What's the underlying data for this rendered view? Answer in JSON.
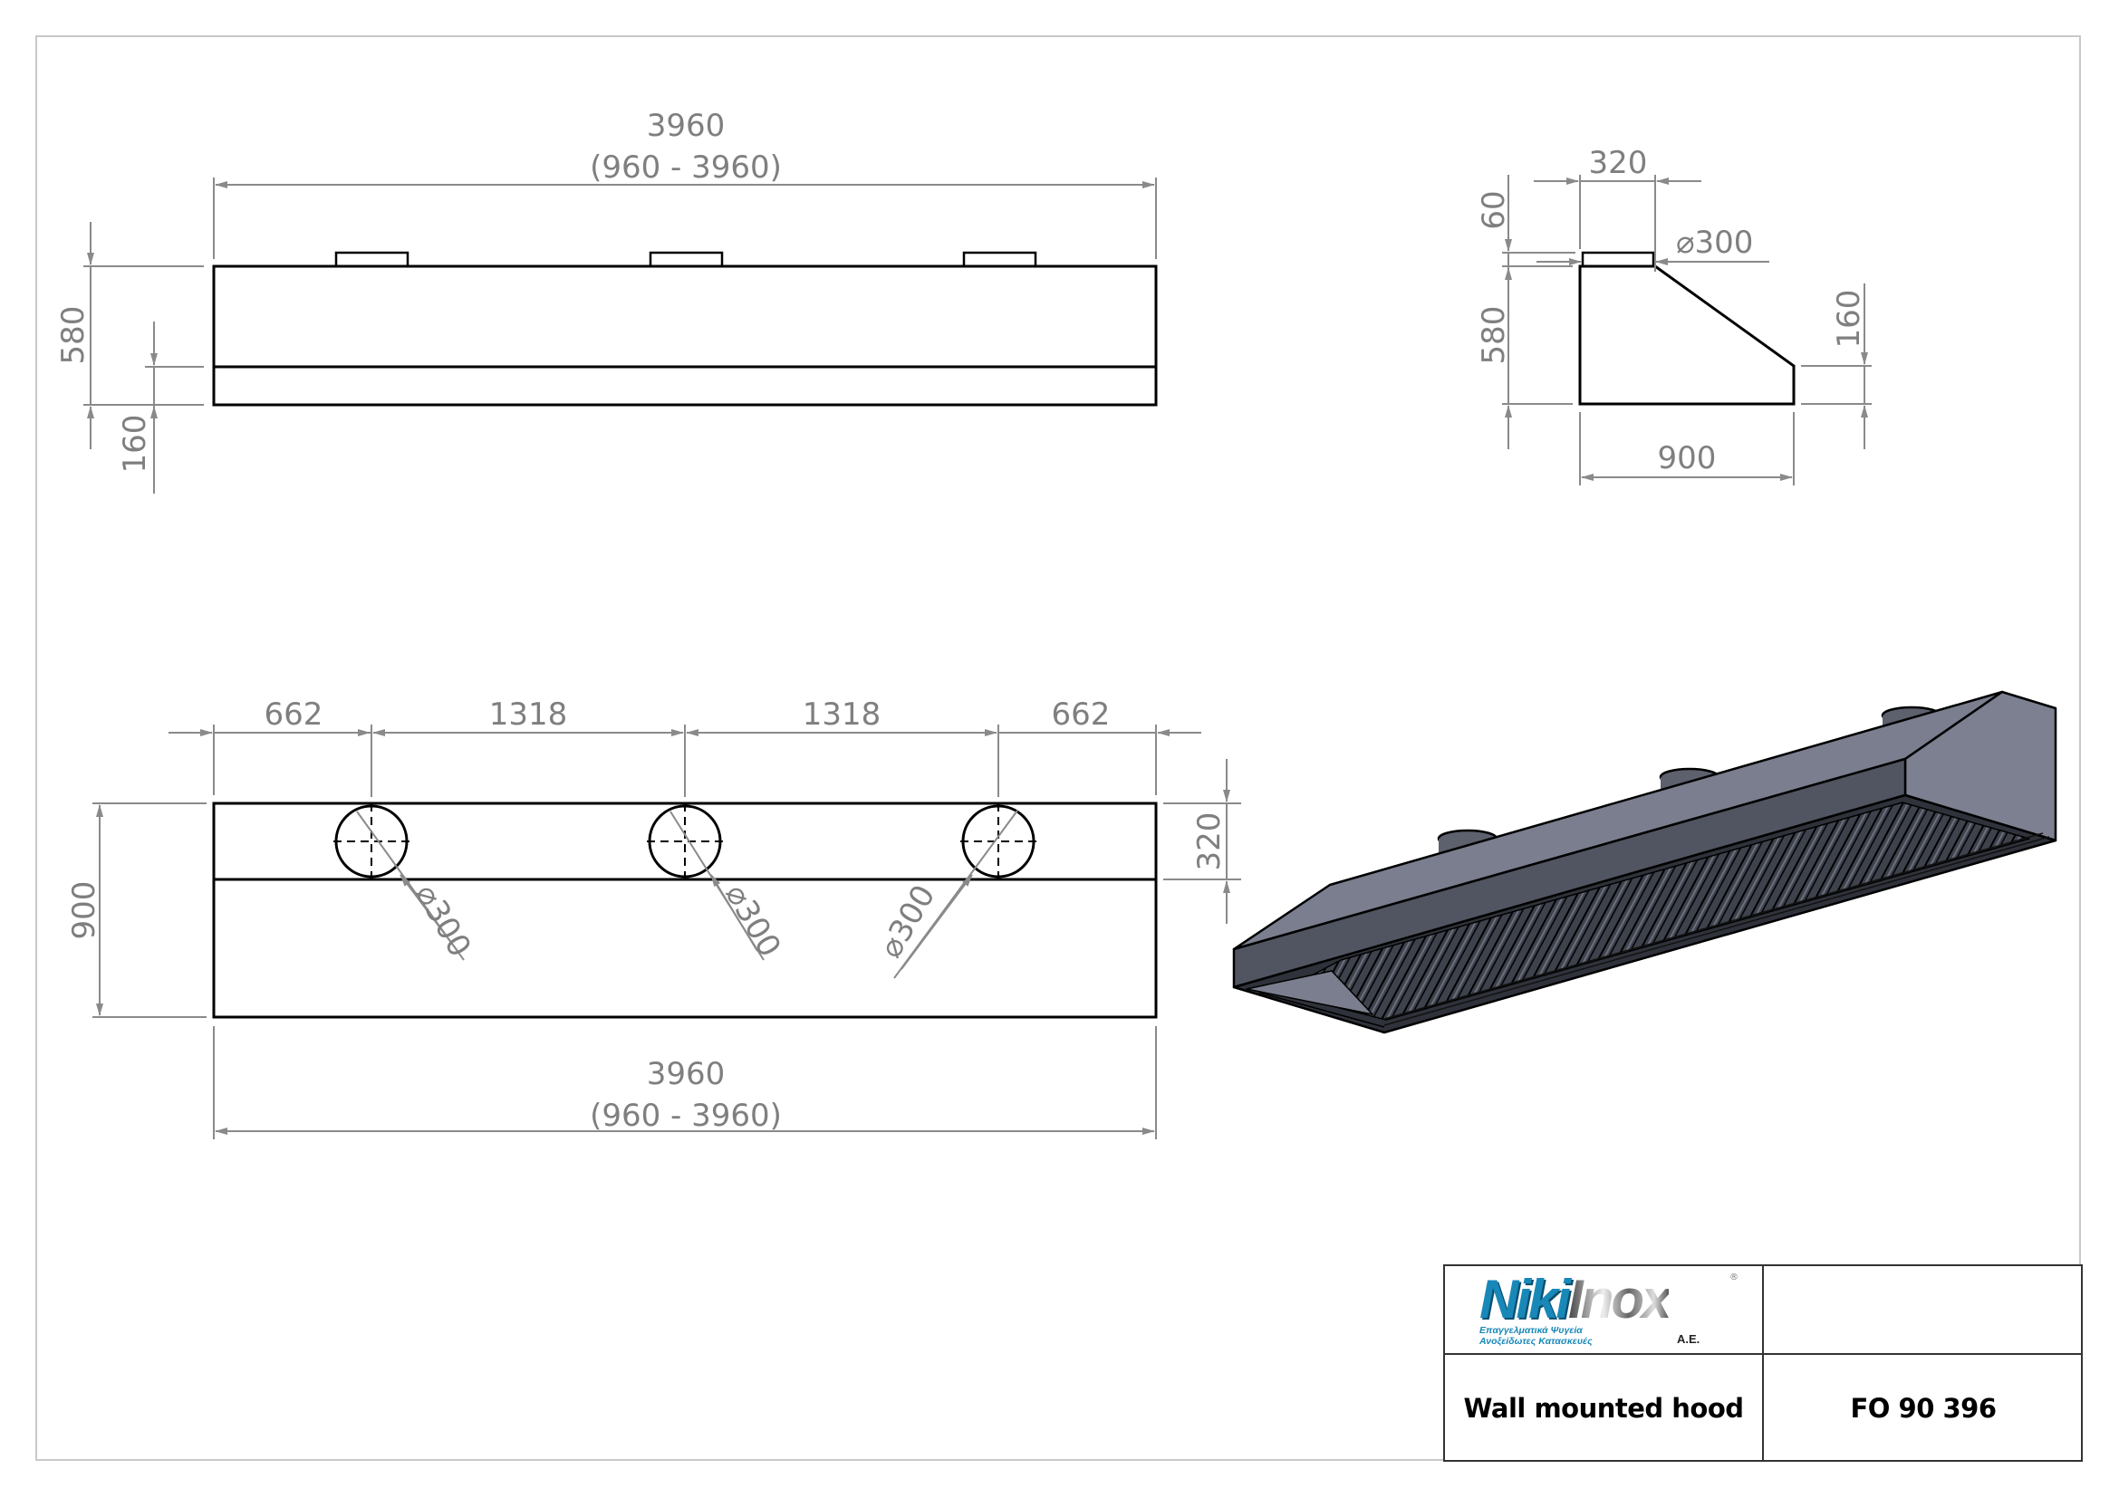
{
  "drawing": {
    "front_view": {
      "width_dim": "3960",
      "width_range": "(960 - 3960)",
      "height_dim": "580",
      "lower_band_dim": "160"
    },
    "side_view": {
      "duct_width_dim": "320",
      "duct_height_dim": "60",
      "duct_diameter_dim": "⌀300",
      "height_dim": "580",
      "front_height_dim": "160",
      "depth_dim": "900"
    },
    "top_view": {
      "spacing_dims": [
        "662",
        "1318",
        "1318",
        "662"
      ],
      "depth_dim": "900",
      "duct_offset_dim": "320",
      "duct_diameter_labels": [
        "⌀300",
        "⌀300",
        "⌀300"
      ],
      "width_dim": "3960",
      "width_range": "(960 - 3960)"
    },
    "iso_view": {
      "colors": {
        "top": "#7a7e8e",
        "front": "#515561",
        "side": "#7c8090",
        "filter": "#3e424c",
        "edge": "#000000"
      }
    }
  },
  "title_block": {
    "logo": {
      "brand_part1": "Niki",
      "brand_part2": "Inox",
      "registered": "®",
      "subtitle_line1": "Επαγγελματικά Ψυγεία",
      "subtitle_line2": "Ανοξείδωτες Κατασκευές",
      "suffix": "A.E.",
      "brand_color": "#1888b8"
    },
    "description": "Wall mounted hood",
    "product_code": "FO 90 396"
  }
}
